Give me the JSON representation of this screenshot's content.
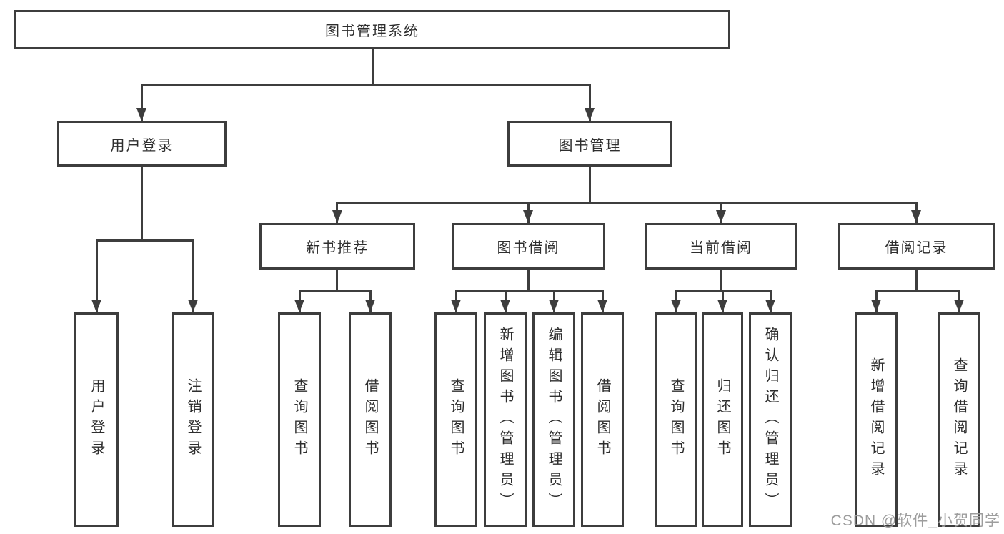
{
  "root": {
    "label": "图书管理系统",
    "children": [
      {
        "label": "用户登录",
        "children": [
          {
            "label": "用户登录"
          },
          {
            "label": "注销登录"
          }
        ]
      },
      {
        "label": "图书管理",
        "children": [
          {
            "label": "新书推荐",
            "children": [
              {
                "label": "查询图书"
              },
              {
                "label": "借阅图书"
              }
            ]
          },
          {
            "label": "图书借阅",
            "children": [
              {
                "label": "查询图书"
              },
              {
                "label": "新增图书（管理员）"
              },
              {
                "label": "编辑图书（管理员）"
              },
              {
                "label": "借阅图书"
              }
            ]
          },
          {
            "label": "当前借阅",
            "children": [
              {
                "label": "查询图书"
              },
              {
                "label": "归还图书"
              },
              {
                "label": "确认归还（管理员）"
              }
            ]
          },
          {
            "label": "借阅记录",
            "children": [
              {
                "label": "新增借阅记录"
              },
              {
                "label": "查询借阅记录"
              }
            ]
          }
        ]
      }
    ]
  },
  "watermark": {
    "text": "CSDN @软件_小贺同学"
  },
  "colors": {
    "line": "#3d3d3d",
    "text": "#2e2e2e",
    "watermark": "#9d9d9d",
    "background": "#ffffff"
  }
}
